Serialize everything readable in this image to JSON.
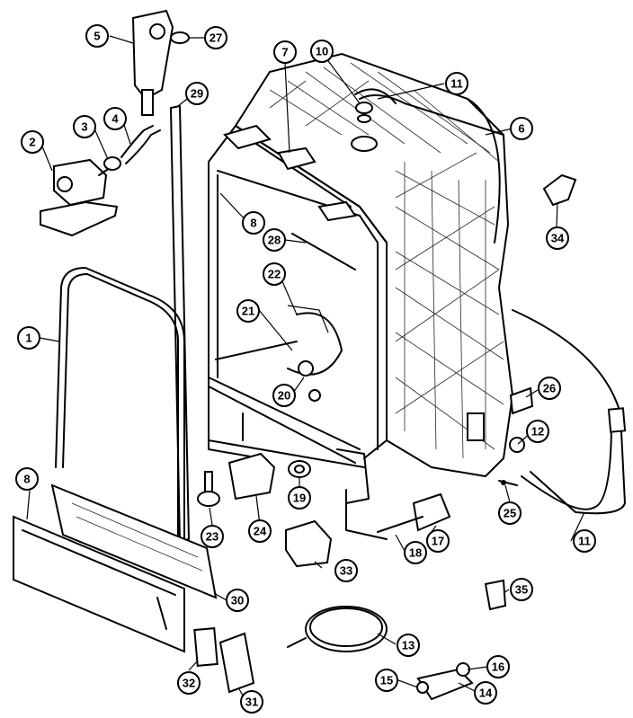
{
  "callouts": [
    {
      "id": "c1",
      "label": "1"
    },
    {
      "id": "c2",
      "label": "2"
    },
    {
      "id": "c3",
      "label": "3"
    },
    {
      "id": "c4",
      "label": "4"
    },
    {
      "id": "c5",
      "label": "5"
    },
    {
      "id": "c6",
      "label": "6"
    },
    {
      "id": "c7",
      "label": "7"
    },
    {
      "id": "c8a",
      "label": "8"
    },
    {
      "id": "c8b",
      "label": "8"
    },
    {
      "id": "c10",
      "label": "10"
    },
    {
      "id": "c11a",
      "label": "11"
    },
    {
      "id": "c11b",
      "label": "11"
    },
    {
      "id": "c12",
      "label": "12"
    },
    {
      "id": "c13",
      "label": "13"
    },
    {
      "id": "c14",
      "label": "14"
    },
    {
      "id": "c15",
      "label": "15"
    },
    {
      "id": "c16",
      "label": "16"
    },
    {
      "id": "c17",
      "label": "17"
    },
    {
      "id": "c18",
      "label": "18"
    },
    {
      "id": "c19",
      "label": "19"
    },
    {
      "id": "c20",
      "label": "20"
    },
    {
      "id": "c21",
      "label": "21"
    },
    {
      "id": "c22",
      "label": "22"
    },
    {
      "id": "c23",
      "label": "23"
    },
    {
      "id": "c24",
      "label": "24"
    },
    {
      "id": "c25",
      "label": "25"
    },
    {
      "id": "c26",
      "label": "26"
    },
    {
      "id": "c27",
      "label": "27"
    },
    {
      "id": "c28",
      "label": "28"
    },
    {
      "id": "c29",
      "label": "29"
    },
    {
      "id": "c30",
      "label": "30"
    },
    {
      "id": "c31",
      "label": "31"
    },
    {
      "id": "c32",
      "label": "32"
    },
    {
      "id": "c33",
      "label": "33"
    },
    {
      "id": "c34",
      "label": "34"
    },
    {
      "id": "c35",
      "label": "35"
    }
  ]
}
